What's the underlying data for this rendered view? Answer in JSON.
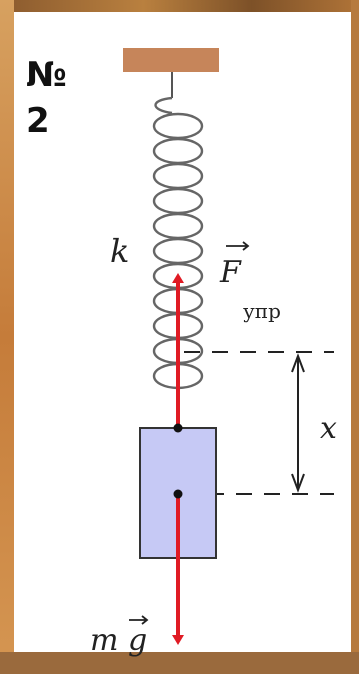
{
  "task": {
    "number_label": "№\n2"
  },
  "labels": {
    "spring_constant": "k",
    "elastic_force_symbol": "F",
    "elastic_force_subscript": "упр",
    "displacement": "x",
    "gravity_m": "m",
    "gravity_g": "g"
  },
  "colors": {
    "mount": "#c6855a",
    "block_fill": "#c6c9f5",
    "block_stroke": "#333333",
    "arrow": "#e01b24",
    "spring": "#666666"
  }
}
